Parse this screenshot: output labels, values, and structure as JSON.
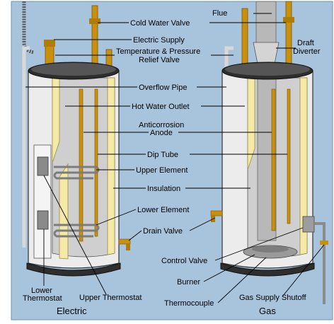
{
  "colors": {
    "background": "#a8c4dd",
    "frame": "#ffffff",
    "tank_body": "#ececec",
    "tank_dark": "#2e2e2e",
    "brass": "#c8900c",
    "insulation": "#f5e9a8",
    "steel": "#9a9a9a"
  },
  "labels": {
    "flue": "Flue",
    "cold_water_valve": "Cold Water Valve",
    "electric_supply": "Electric Supply",
    "draft_diverter_1": "Draft",
    "draft_diverter_2": "Diverter",
    "temp_relief_1": "Temperature & Pressure",
    "temp_relief_2": "Relief Valve",
    "overflow_pipe": "Overflow Pipe",
    "hot_water_outlet": "Hot Water Outlet",
    "anode_1": "Anticorrosion",
    "anode_2": "Anode",
    "dip_tube": "Dip Tube",
    "upper_element": "Upper Element",
    "insulation": "Insulation",
    "lower_element": "Lower Element",
    "drain_valve": "Drain Valve",
    "control_valve": "Control Valve",
    "burner": "Burner",
    "thermocouple": "Thermocouple",
    "gas_supply_shutoff": "Gas Supply Shutoff",
    "lower_thermostat_1": "Lower",
    "lower_thermostat_2": "Thermostat",
    "upper_thermostat": "Upper Thermostat"
  },
  "captions": {
    "electric": "Electric",
    "gas": "Gas"
  }
}
